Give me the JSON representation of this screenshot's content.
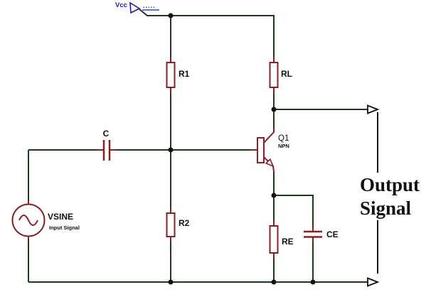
{
  "schematic": {
    "power": {
      "label": "Vcc",
      "net_label": "....."
    },
    "components": {
      "r1": {
        "label": "R1"
      },
      "rl": {
        "label": "RL"
      },
      "r2": {
        "label": "R2"
      },
      "re": {
        "label": "RE"
      },
      "c": {
        "label": "C"
      },
      "ce": {
        "label": "CE"
      },
      "q1": {
        "label": "Q1",
        "type": "NPN"
      },
      "vsine": {
        "label": "VSINE",
        "sublabel": "Input Signal"
      }
    },
    "annotations": {
      "output_line1": "Output",
      "output_line2": "Signal"
    },
    "colors": {
      "wire": "#1e3a1e",
      "component": "#8b1f1f",
      "power_blue": "#1a1ab8",
      "annotation": "#111111"
    }
  }
}
